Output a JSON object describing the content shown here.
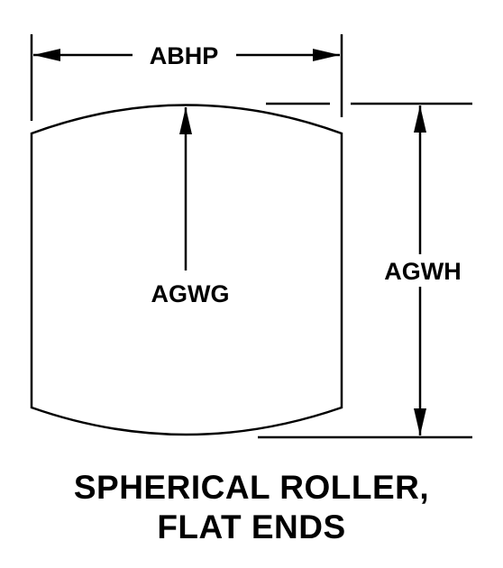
{
  "diagram": {
    "labels": {
      "width_dimension": "ABHP",
      "end_face_dimension": "AGWG",
      "height_dimension": "AGWH"
    },
    "caption": {
      "line1": "SPHERICAL ROLLER,",
      "line2": "FLAT ENDS"
    },
    "colors": {
      "ink": "#000000",
      "background": "#ffffff"
    }
  }
}
